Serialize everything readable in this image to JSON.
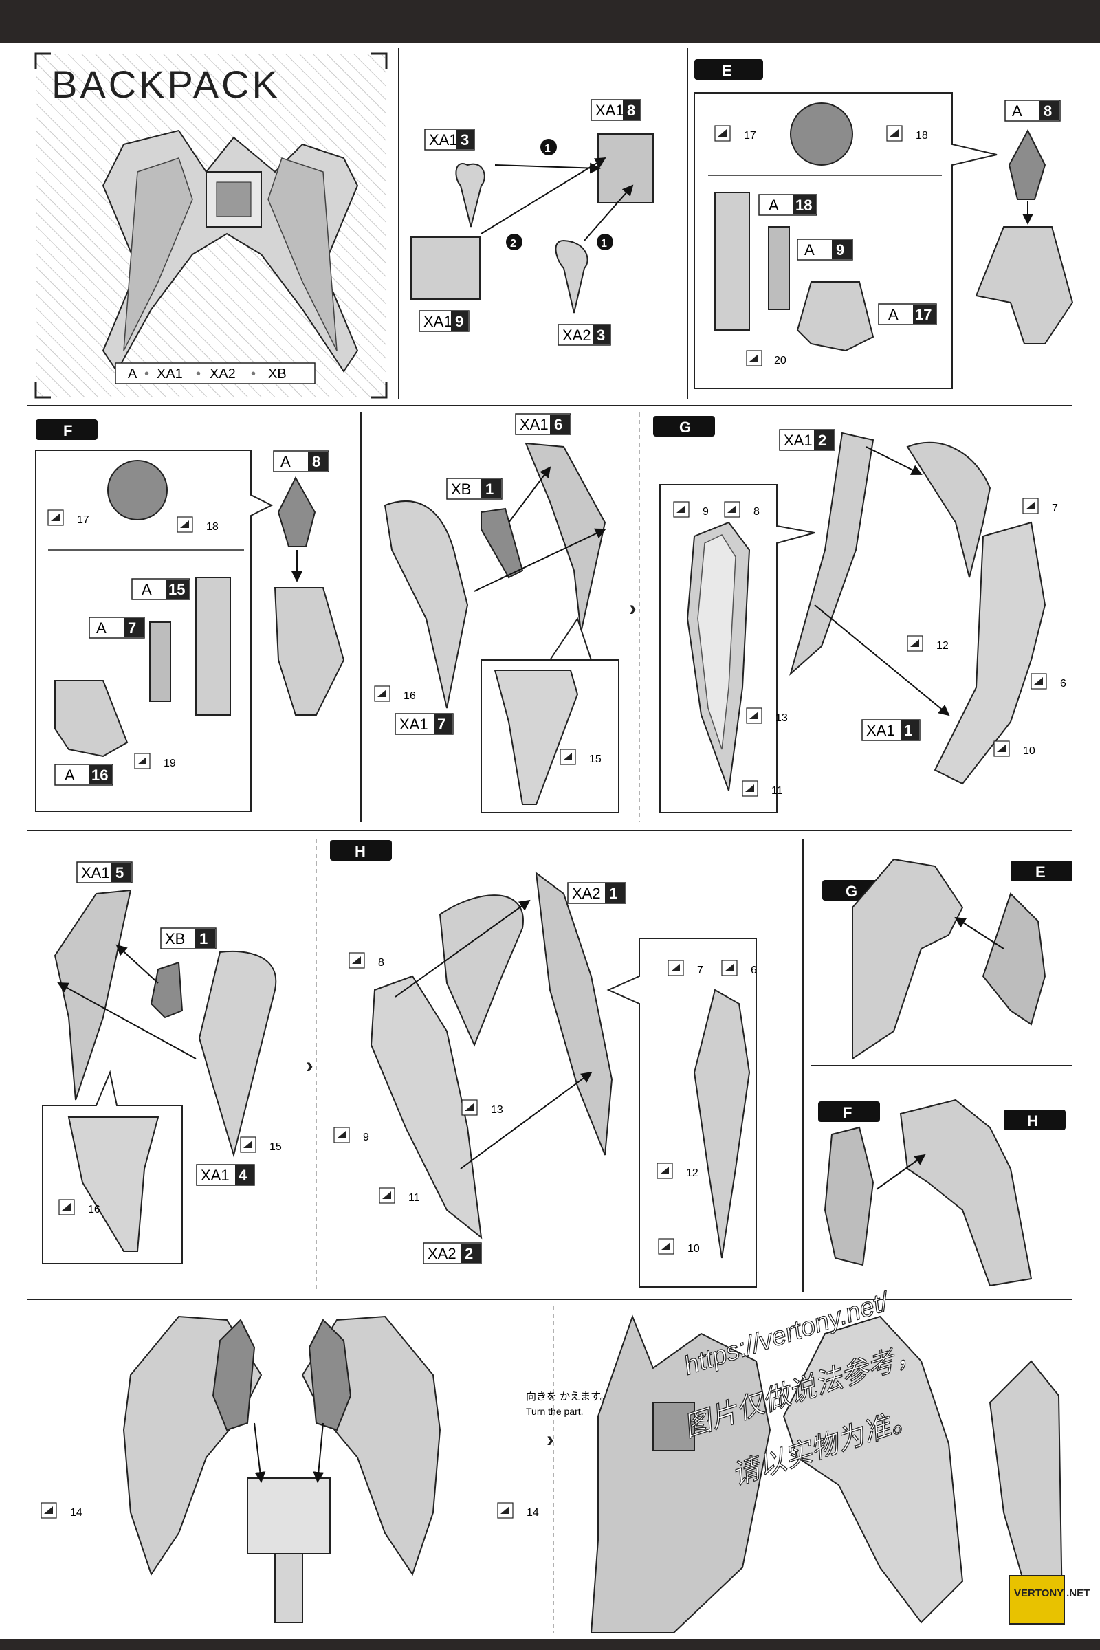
{
  "title": "BACKPACK",
  "runners": [
    "A",
    "XA1",
    "XA2",
    "XB"
  ],
  "steps": {
    "e": "E",
    "f": "F",
    "g": "G",
    "h": "H"
  },
  "step1": {
    "parts": [
      {
        "r": "XA1",
        "n": "3"
      },
      {
        "r": "XA1",
        "n": "8"
      },
      {
        "r": "XA1",
        "n": "9"
      },
      {
        "r": "XA2",
        "n": "3"
      }
    ],
    "order": [
      "1",
      "2",
      "1"
    ]
  },
  "stepE": {
    "parts": [
      {
        "r": "A",
        "n": "8"
      },
      {
        "r": "A",
        "n": "18"
      },
      {
        "r": "A",
        "n": "9"
      },
      {
        "r": "A",
        "n": "17"
      }
    ],
    "stickers": [
      "17",
      "18",
      "20"
    ]
  },
  "stepF": {
    "parts": [
      {
        "r": "A",
        "n": "8"
      },
      {
        "r": "A",
        "n": "15"
      },
      {
        "r": "A",
        "n": "7"
      },
      {
        "r": "A",
        "n": "16"
      }
    ],
    "stickers": [
      "17",
      "18",
      "19"
    ]
  },
  "stepF2": {
    "parts": [
      {
        "r": "XA1",
        "n": "6"
      },
      {
        "r": "XB",
        "n": "1"
      },
      {
        "r": "XA1",
        "n": "7"
      }
    ],
    "stickers": [
      "16",
      "15"
    ]
  },
  "stepG": {
    "parts": [
      {
        "r": "XA1",
        "n": "2"
      },
      {
        "r": "XA1",
        "n": "1"
      }
    ],
    "stickers": [
      "9",
      "8",
      "7",
      "12",
      "13",
      "6",
      "10",
      "11"
    ]
  },
  "stepH1": {
    "parts": [
      {
        "r": "XA1",
        "n": "5"
      },
      {
        "r": "XB",
        "n": "1"
      },
      {
        "r": "XA1",
        "n": "4"
      }
    ],
    "stickers": [
      "15",
      "16"
    ]
  },
  "stepH": {
    "parts": [
      {
        "r": "XA2",
        "n": "1"
      },
      {
        "r": "XA2",
        "n": "2"
      }
    ],
    "stickers": [
      "8",
      "13",
      "9",
      "11",
      "7",
      "6",
      "12",
      "10"
    ]
  },
  "final": {
    "stickers": [
      "14",
      "14"
    ],
    "note_jp": "向きを かえます。",
    "note_en": "Turn the part."
  },
  "watermark": {
    "url": "https://vertony.net/",
    "cn_line1": "图片仅做说法参考，",
    "cn_line2": "请以实物为准。",
    "badge": "VERTONY .NET"
  },
  "colors": {
    "dark": "#2b2726",
    "mid": "#8c8c8c",
    "light": "#d9d9d9",
    "gold": "#e8c200"
  }
}
